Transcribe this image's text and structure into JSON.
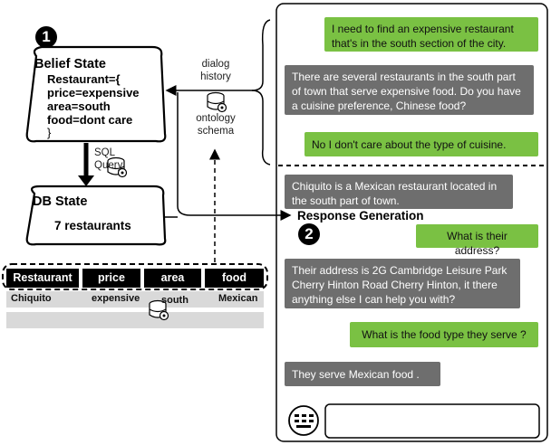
{
  "markers": {
    "one": "1",
    "two": "2"
  },
  "belief_state": {
    "title": "Belief State",
    "lines": [
      "Restaurant={",
      "price=expensive",
      "area=south",
      "food=dont care",
      "}"
    ]
  },
  "labels": {
    "dialog_history": "dialog\nhistory",
    "ontology_schema": "ontology\nschema",
    "sql_query": "SQL Query",
    "response_generation": "Response Generation"
  },
  "db_state": {
    "title": "DB State",
    "count": "7 restaurants"
  },
  "table": {
    "headers": [
      "Restaurant",
      "price",
      "area",
      "food"
    ],
    "row": [
      "Chiquito",
      "expensive",
      "south",
      "Mexican"
    ]
  },
  "chat": {
    "messages": [
      {
        "role": "user",
        "text": "I need to find an expensive restaurant that's in the south section of the city."
      },
      {
        "role": "system",
        "text": "There are several restaurants in the south part of town that serve expensive food. Do you have a cuisine preference, Chinese food?"
      },
      {
        "role": "user",
        "text": "No I don't care about the type of cuisine."
      },
      {
        "role": "system",
        "text": "Chiquito  is a Mexican restaurant located in the south part of town."
      },
      {
        "role": "user",
        "text": "What is their address?"
      },
      {
        "role": "system",
        "text": "Their address is 2G Cambridge Leisure Park Cherry Hinton Road Cherry Hinton, it there anything  else I can help you with?"
      },
      {
        "role": "user",
        "text": "What is the food type they serve ?"
      },
      {
        "role": "system",
        "text": "They serve Mexican food ."
      }
    ],
    "input_value": "",
    "colors": {
      "user": "#7ac143",
      "system": "#6e6e6e"
    }
  }
}
